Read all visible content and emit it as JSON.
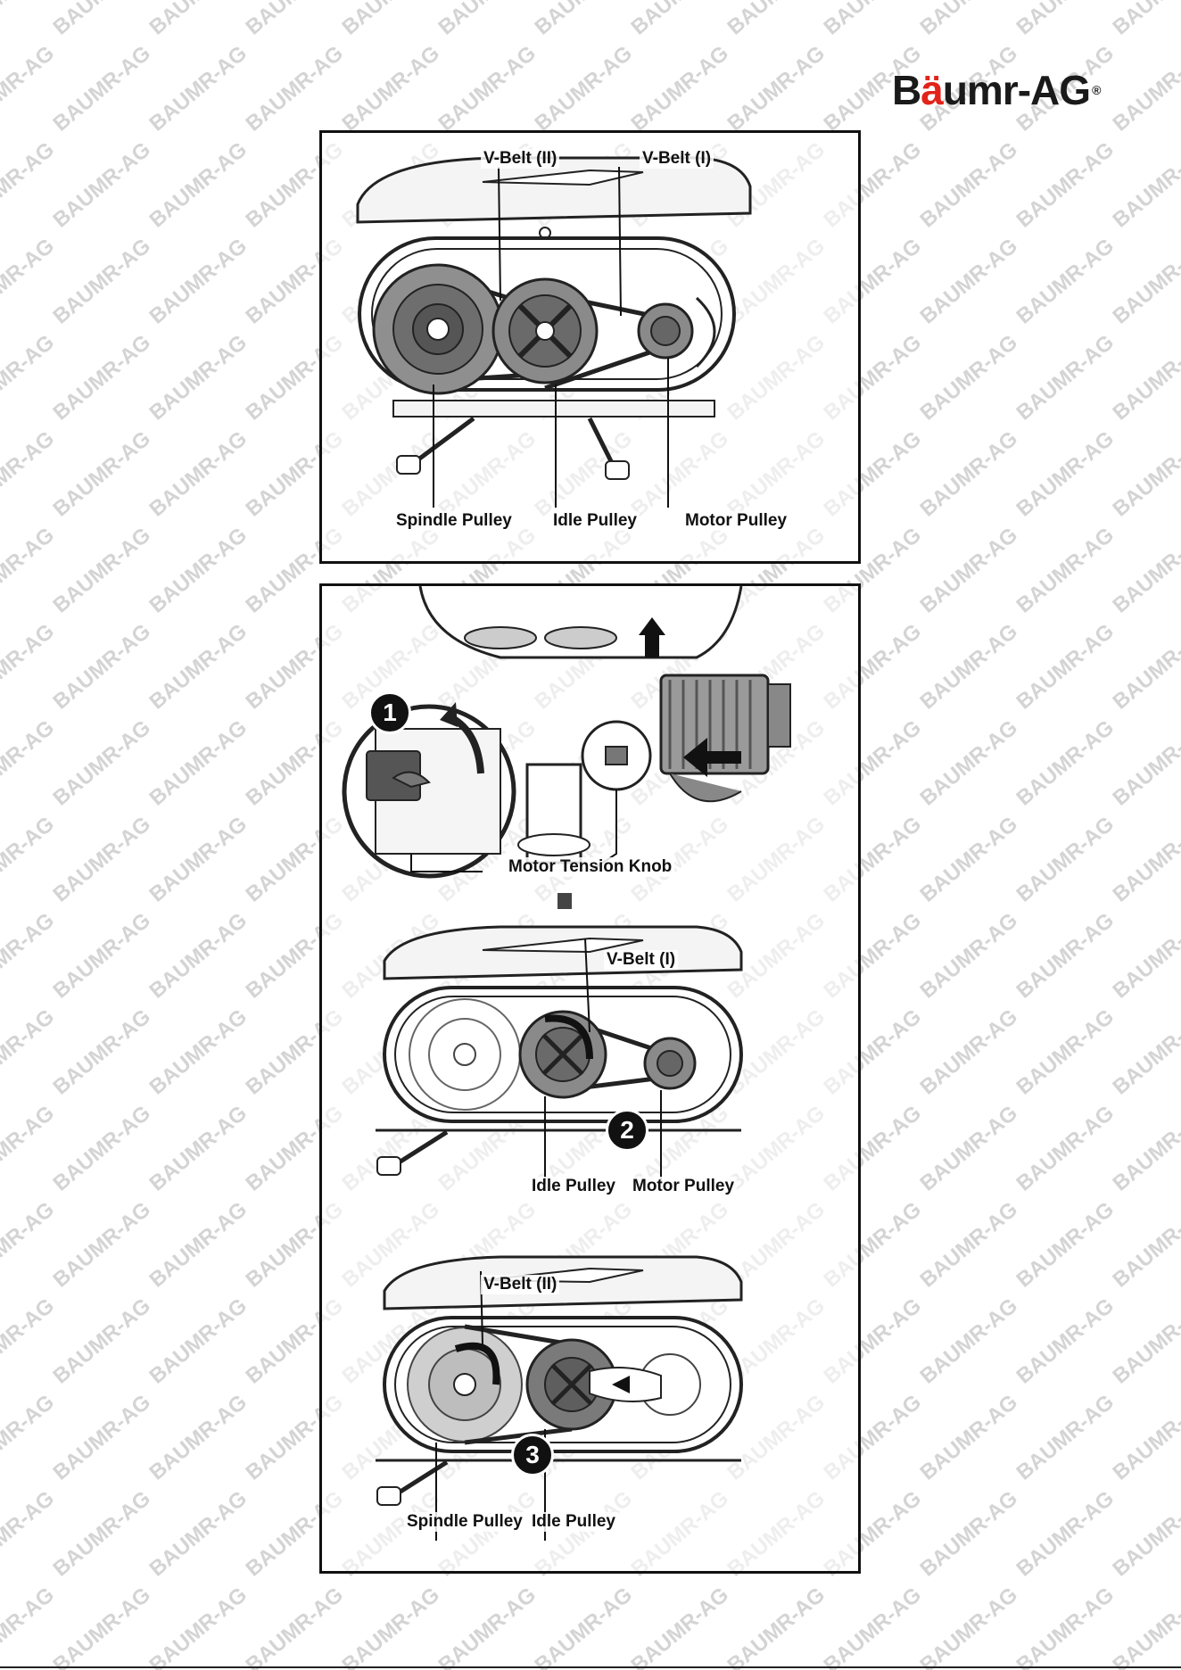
{
  "brand": {
    "logo_text_a": "B",
    "logo_text_uml": "ä",
    "logo_text_b": "umr-AG",
    "logo_reg": "®",
    "accent": "#e2231a"
  },
  "watermark_text": "BAUMR-AG",
  "panel1": {
    "labels": {
      "v_belt_2": "V-Belt (II)",
      "v_belt_1": "V-Belt (I)",
      "spindle": "Spindle Pulley",
      "idle": "Idle Pulley",
      "motor": "Motor Pulley"
    }
  },
  "panel2": {
    "step1": "1",
    "knob": "Motor Tension Knob",
    "step2": "2",
    "v_belt_1": "V-Belt (I)",
    "idle": "Idle Pulley",
    "motor": "Motor Pulley",
    "step3": "3",
    "v_belt_2": "V-Belt (II)",
    "spindle": "Spindle Pulley",
    "idle_b": "Idle Pulley"
  }
}
